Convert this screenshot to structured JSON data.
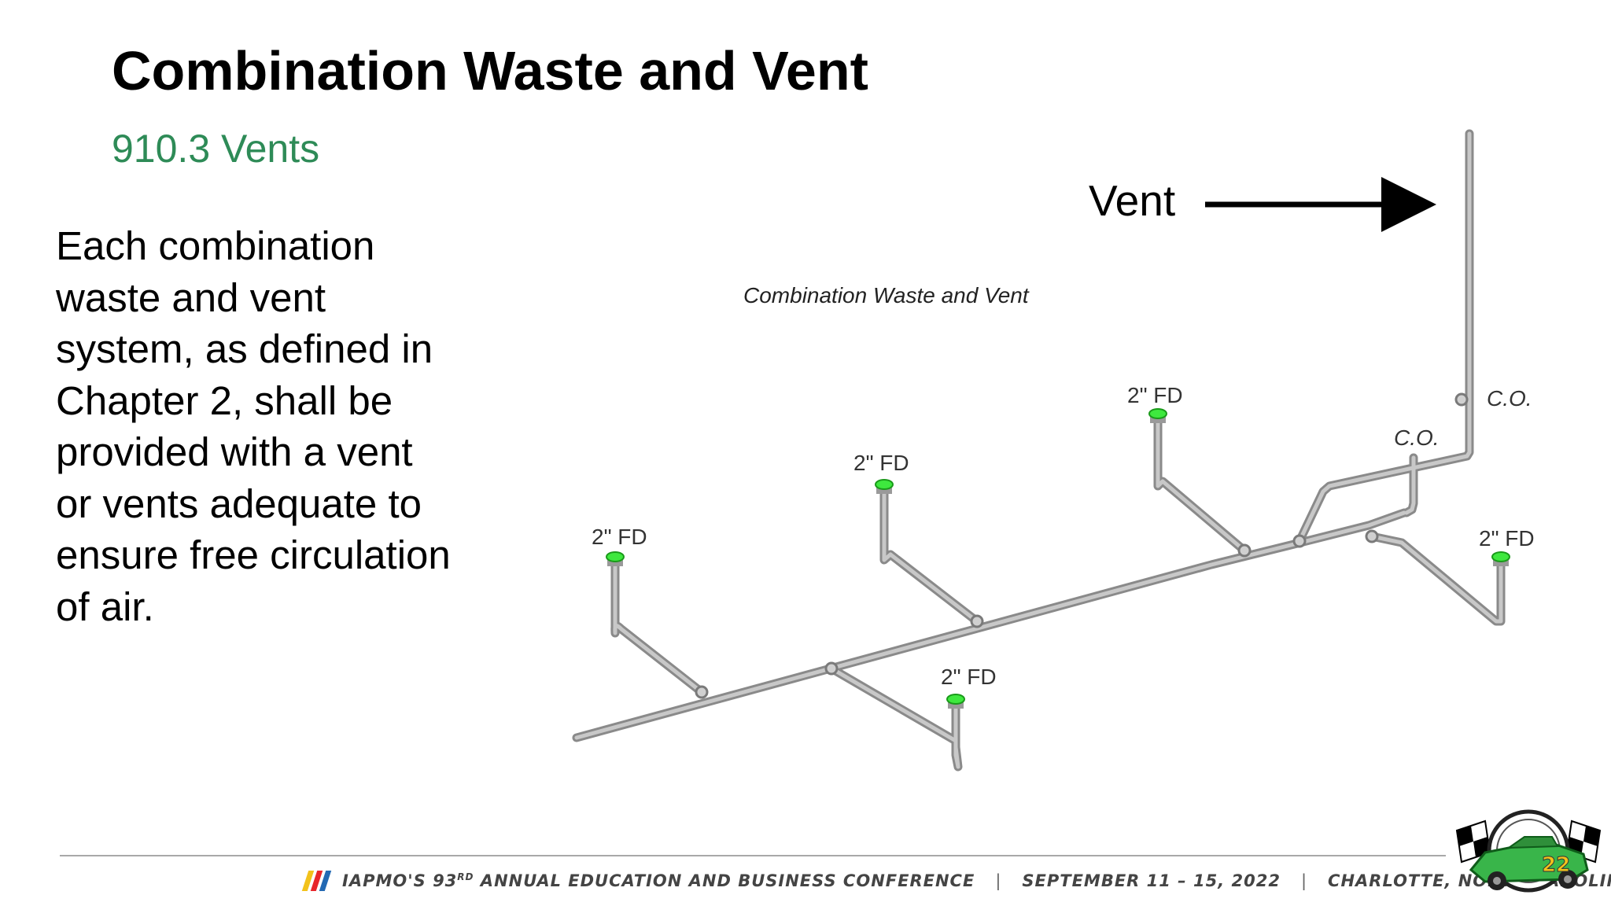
{
  "slide": {
    "title": "Combination Waste and Vent",
    "subtitle": "910.3 Vents",
    "body_lines": [
      "Each combination",
      "waste and vent",
      "system, as defined in",
      "Chapter 2, shall be",
      "provided with a vent",
      "or vents adequate to",
      "ensure free circulation",
      "of air."
    ]
  },
  "diagram": {
    "caption": "Combination Waste and Vent",
    "vent_label": "Vent",
    "floor_drain_labels": [
      "2\" FD",
      "2\" FD",
      "2\" FD",
      "2\" FD",
      "2\" FD"
    ],
    "cleanout_labels": [
      "C.O.",
      "C.O."
    ]
  },
  "footer": {
    "stripe_colors": [
      "#f2c21b",
      "#e8262a",
      "#2369b3"
    ],
    "conference_prefix": "IAPMO'S 93",
    "conference_sup": "RD",
    "conference_rest": " ANNUAL EDUCATION AND BUSINESS CONFERENCE",
    "sep": "|",
    "dates": "SEPTEMBER 11 – 15, 2022",
    "location": "CHARLOTTE, NORTH CAROLINA"
  },
  "logo": {
    "car_number": "22"
  },
  "colors": {
    "subtitle": "#2e8b57",
    "pipe": "#a8a8a8",
    "drain_green": "#3ee83e"
  }
}
